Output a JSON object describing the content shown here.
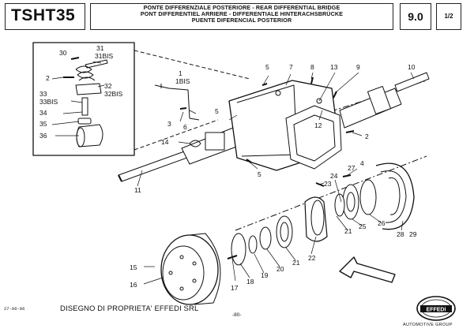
{
  "header": {
    "model": "TSHT35",
    "title_lines": [
      "PONTE DIFFERENZIALE POSTERIORE - REAR DIFFERENTIAL BRIDGE",
      "PONT DIFFERENTIEL ARRIERE - DIFFERENTIALE HINTERACHSBRÜCKE",
      "PUENTE DIFERENCIAL POSTERIOR"
    ],
    "section": "9.0",
    "page": "1/2"
  },
  "callouts": [
    "1",
    "1BIS",
    "2",
    "3",
    "4",
    "5",
    "6",
    "7",
    "8",
    "9",
    "10",
    "11",
    "12",
    "13",
    "14",
    "15",
    "16",
    "17",
    "18",
    "19",
    "20",
    "21",
    "22",
    "23",
    "24",
    "25",
    "26",
    "27",
    "28",
    "29",
    "30",
    "31",
    "31BIS",
    "32",
    "32BIS",
    "33",
    "33BIS",
    "34",
    "35",
    "36"
  ],
  "footer": {
    "date": "27-06-06",
    "ownership": "DISEGNO DI PROPRIETA' EFFEDI SRL",
    "folio": "-80-",
    "logo_text": "EFFEDI",
    "group": "AUTOMOTIVE GROUP"
  }
}
